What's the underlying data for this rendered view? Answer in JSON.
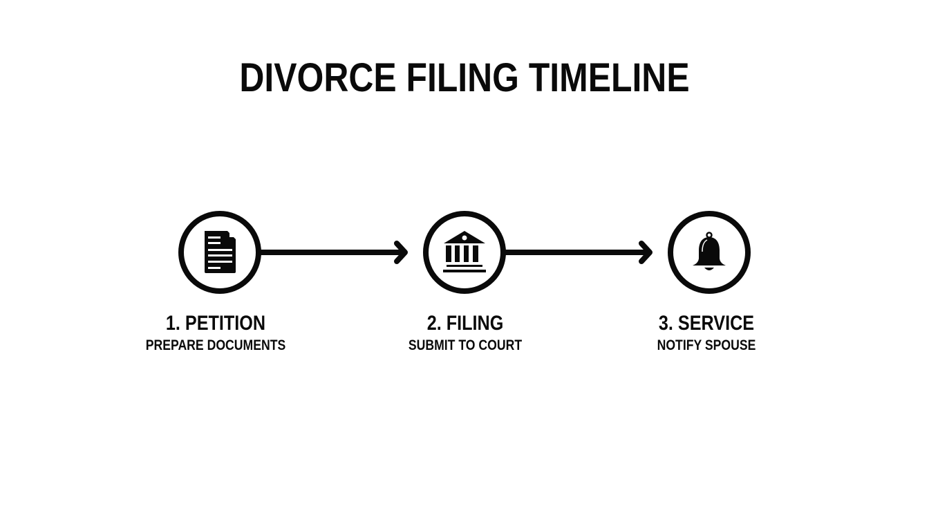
{
  "title": "DIVORCE FILING TIMELINE",
  "colors": {
    "ink": "#0a0a0a",
    "background": "#ffffff"
  },
  "steps": [
    {
      "number": 1,
      "title": "1. PETITION",
      "subtitle": "PREPARE DOCUMENTS",
      "icon": "document-icon"
    },
    {
      "number": 2,
      "title": "2. FILING",
      "subtitle": "SUBMIT TO COURT",
      "icon": "courthouse-icon"
    },
    {
      "number": 3,
      "title": "3. SERVICE",
      "subtitle": "NOTIFY SPOUSE",
      "icon": "bell-icon"
    }
  ],
  "connectors": [
    {
      "from": 1,
      "to": 2,
      "type": "arrow"
    },
    {
      "from": 2,
      "to": 3,
      "type": "arrow"
    }
  ]
}
